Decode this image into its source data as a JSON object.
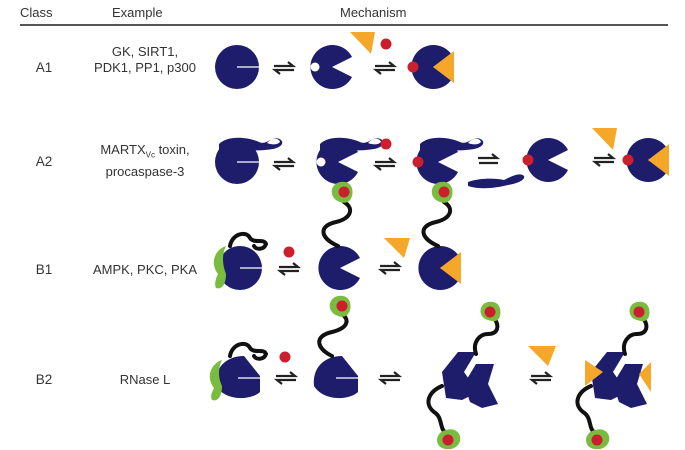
{
  "headers": {
    "class": "Class",
    "example": "Example",
    "mechanism": "Mechanism"
  },
  "rows": [
    {
      "class": "A1",
      "example": [
        "GK, SIRT1,",
        "PDK1, PP1, p300"
      ]
    },
    {
      "class": "A2",
      "example": [
        "MARTX",
        "Vc",
        " toxin,",
        "procaspase-3"
      ]
    },
    {
      "class": "B1",
      "example": [
        "AMPK, PKC, PKA"
      ]
    },
    {
      "class": "B2",
      "example": [
        "RNase L"
      ]
    }
  ],
  "colors": {
    "enzyme": "#1d1d6b",
    "ligand": "#cc1f2e",
    "substrate": "#f5a72a",
    "regulatory": "#79bc3f",
    "linker": "#111111"
  }
}
